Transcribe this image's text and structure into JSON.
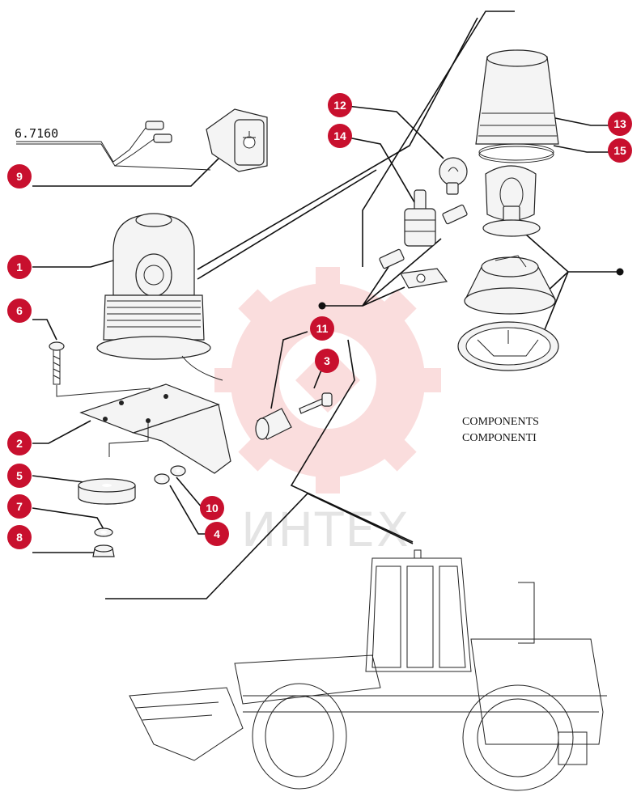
{
  "ref_code": "6.7160",
  "caption": {
    "line1": "COMPONENTS",
    "line2": "COMPONENTI"
  },
  "watermark": {
    "text": "ИНТЕХ",
    "color": "#f5c4c4"
  },
  "callouts": {
    "c1": "1",
    "c2": "2",
    "c3": "3",
    "c4": "4",
    "c5": "5",
    "c6": "6",
    "c7": "7",
    "c8": "8",
    "c9": "9",
    "c10": "10",
    "c11": "11",
    "c12": "12",
    "c13": "13",
    "c14": "14",
    "c15": "15"
  },
  "colors": {
    "callout": "#c8102e",
    "line": "#111111"
  }
}
